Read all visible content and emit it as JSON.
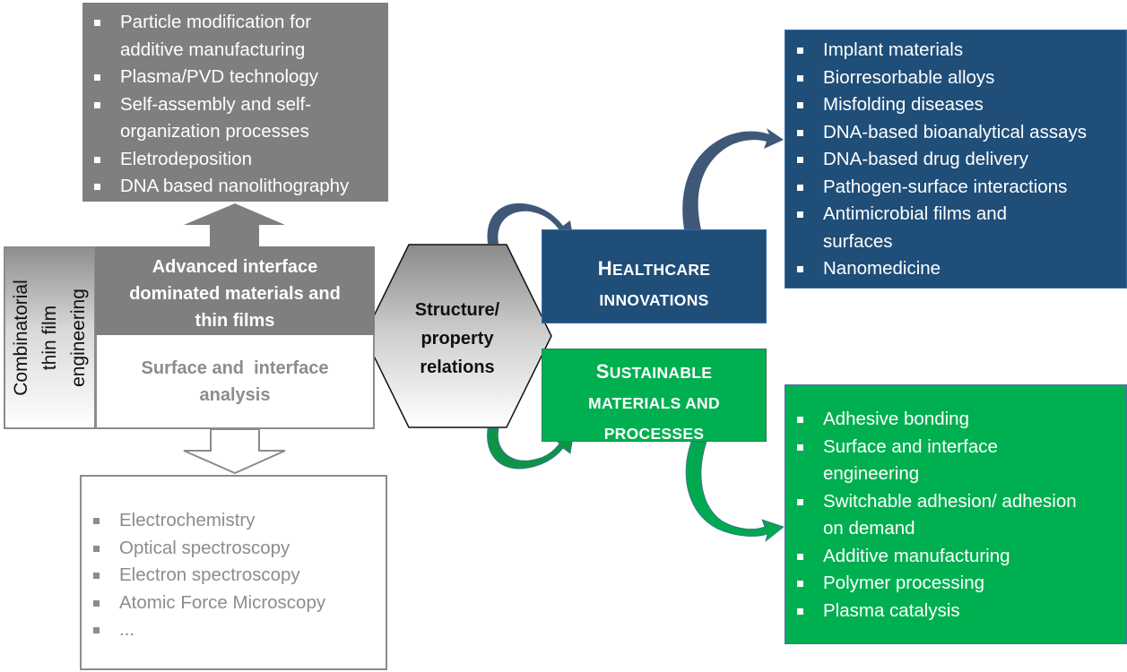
{
  "colors": {
    "grey_box": "#7f7f7f",
    "grey_border": "#8c8c8c",
    "healthcare_blue": "#1f4e79",
    "sustainable_green": "#00b050"
  },
  "top_box": {
    "items": [
      "Particle modification for additive manufacturing",
      "Plasma/PVD technology",
      "Self-assembly and self-organization processes",
      "Eletrodeposition",
      "DNA based nanolithography"
    ],
    "lines": [
      {
        "text": "Particle modification for",
        "bullet": true
      },
      {
        "text": "additive manufacturing",
        "bullet": false
      },
      {
        "text": "Plasma/PVD technology",
        "bullet": true
      },
      {
        "text": "Self-assembly and self-",
        "bullet": true
      },
      {
        "text": "organization processes",
        "bullet": false
      },
      {
        "text": "Eletrodeposition",
        "bullet": true
      },
      {
        "text": "DNA based nanolithography",
        "bullet": true
      }
    ]
  },
  "combinatorial": {
    "line1": "Combinatorial",
    "line2": "thin film",
    "line3": "engineering"
  },
  "advanced": {
    "line1": "Advanced interface",
    "line2": "dominated materials and",
    "line3": "thin films"
  },
  "surface_analysis": {
    "line1": "Surface and  interface",
    "line2": "analysis"
  },
  "bottom_box": {
    "items": [
      "Electrochemistry",
      "Optical spectroscopy",
      "Electron spectroscopy",
      "Atomic Force Microscopy",
      "..."
    ]
  },
  "hexagon": {
    "line1": "Structure/",
    "line2": "property",
    "line3": "relations"
  },
  "healthcare": {
    "title_line1_first": "H",
    "title_line1_rest": "EALTHCARE",
    "title_line2": "INNOVATIONS",
    "title": "Healthcare innovations",
    "lines": [
      {
        "text": "Implant materials",
        "bullet": true
      },
      {
        "text": "Biorresorbable alloys",
        "bullet": true
      },
      {
        "text": "Misfolding diseases",
        "bullet": true
      },
      {
        "text": "DNA-based bioanalytical assays",
        "bullet": true
      },
      {
        "text": "DNA-based drug delivery",
        "bullet": true
      },
      {
        "text": "Pathogen-surface interactions",
        "bullet": true
      },
      {
        "text": "Antimicrobial films and",
        "bullet": true
      },
      {
        "text": "surfaces",
        "bullet": false
      },
      {
        "text": "Nanomedicine",
        "bullet": true
      }
    ]
  },
  "sustainable": {
    "title_line1_first": "S",
    "title_line1_rest": "USTAINABLE",
    "title_line2": "MATERIALS AND",
    "title_line3": "PROCESSES",
    "title": "Sustainable materials and processes",
    "lines": [
      {
        "text": "Adhesive bonding",
        "bullet": true
      },
      {
        "text": "Surface and interface",
        "bullet": true
      },
      {
        "text": "engineering",
        "bullet": false
      },
      {
        "text": "Switchable adhesion/ adhesion",
        "bullet": true
      },
      {
        "text": "on demand",
        "bullet": false
      },
      {
        "text": "Additive manufacturing",
        "bullet": true
      },
      {
        "text": "Polymer processing",
        "bullet": true
      },
      {
        "text": "Plasma catalysis",
        "bullet": true
      }
    ]
  }
}
